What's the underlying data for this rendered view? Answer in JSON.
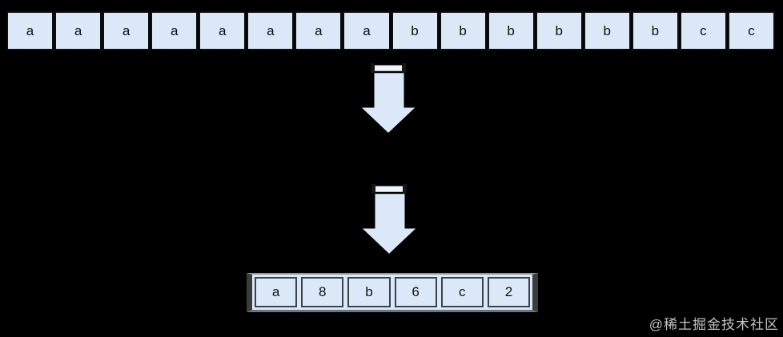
{
  "diagram": {
    "title_hint": "run-length-encoding-illustration",
    "background_color": "#000000",
    "cell_fill_color": "#dbe8f8",
    "cell_border_color": "#0d0d0d",
    "arrow_fill_color": "#dbe8f8",
    "arrow_band_color": "#eef5fd",
    "input_row": {
      "cells": [
        "a",
        "a",
        "a",
        "a",
        "a",
        "a",
        "a",
        "a",
        "b",
        "b",
        "b",
        "b",
        "b",
        "b",
        "c",
        "c"
      ]
    },
    "output_row": {
      "cells": [
        "a",
        "8",
        "b",
        "6",
        "c",
        "2"
      ]
    },
    "watermark": {
      "text": "@稀土掘金技术社区",
      "color": "#c2c2c2"
    }
  }
}
